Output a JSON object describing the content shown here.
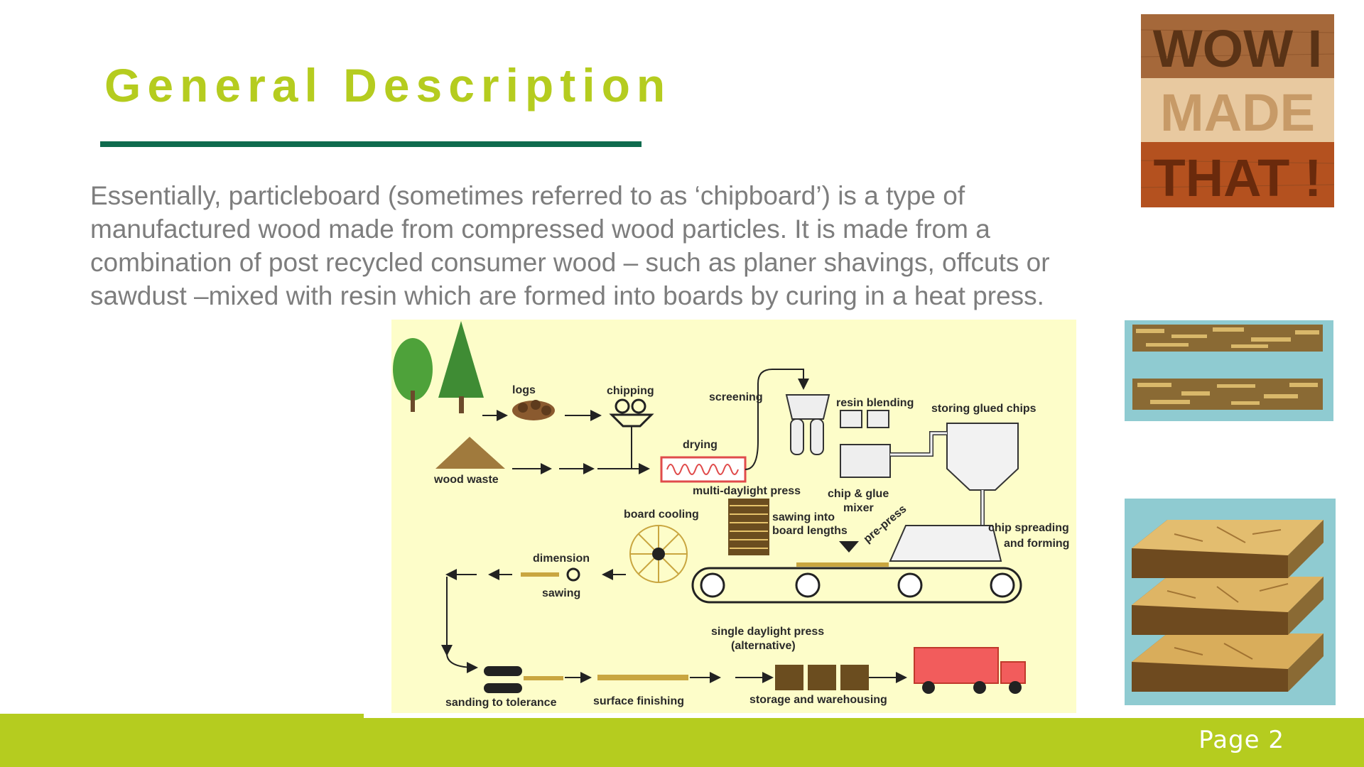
{
  "slide": {
    "title": "General Description",
    "body": "Essentially, particleboard (sometimes referred to as ‘chipboard’) is a type of manufactured wood made from compressed wood particles. It is made from a combination of post recycled consumer wood – such as planer shavings, offcuts or sawdust –mixed with resin which are formed into boards by curing in a heat press.",
    "page_label": "Page  2"
  },
  "diagram": {
    "labels": {
      "logs": "logs",
      "chipping": "chipping",
      "screening": "screening",
      "resin_blending": "resin blending",
      "storing_glued_chips": "storing glued chips",
      "wood_waste": "wood waste",
      "drying": "drying",
      "multi_daylight_press": "multi-daylight press",
      "chip_glue_mixer_1": "chip & glue",
      "chip_glue_mixer_2": "mixer",
      "board_cooling": "board cooling",
      "sawing_1": "sawing into",
      "sawing_2": "board lengths",
      "pre_press": "pre-press",
      "chip_spreading_1": "chip spreading",
      "chip_spreading_2": "and forming",
      "dimension": "dimension",
      "dimension_sawing": "sawing",
      "single_daylight_1": "single daylight press",
      "single_daylight_2": "(alternative)",
      "sanding": "sanding to tolerance",
      "surface_finishing": "surface finishing",
      "storage": "storage and warehousing"
    }
  },
  "images": {
    "wow_line1": "WOW I",
    "wow_line2": "MADE",
    "wow_line3": "THAT !"
  },
  "colors": {
    "title": "#b5cc1f",
    "rule": "#0f6b4e",
    "body_text": "#7d7d7d",
    "footer": "#b5cc1f",
    "diagram_bg": "#fdfdc9",
    "board_bg": "#8fcbd1"
  }
}
